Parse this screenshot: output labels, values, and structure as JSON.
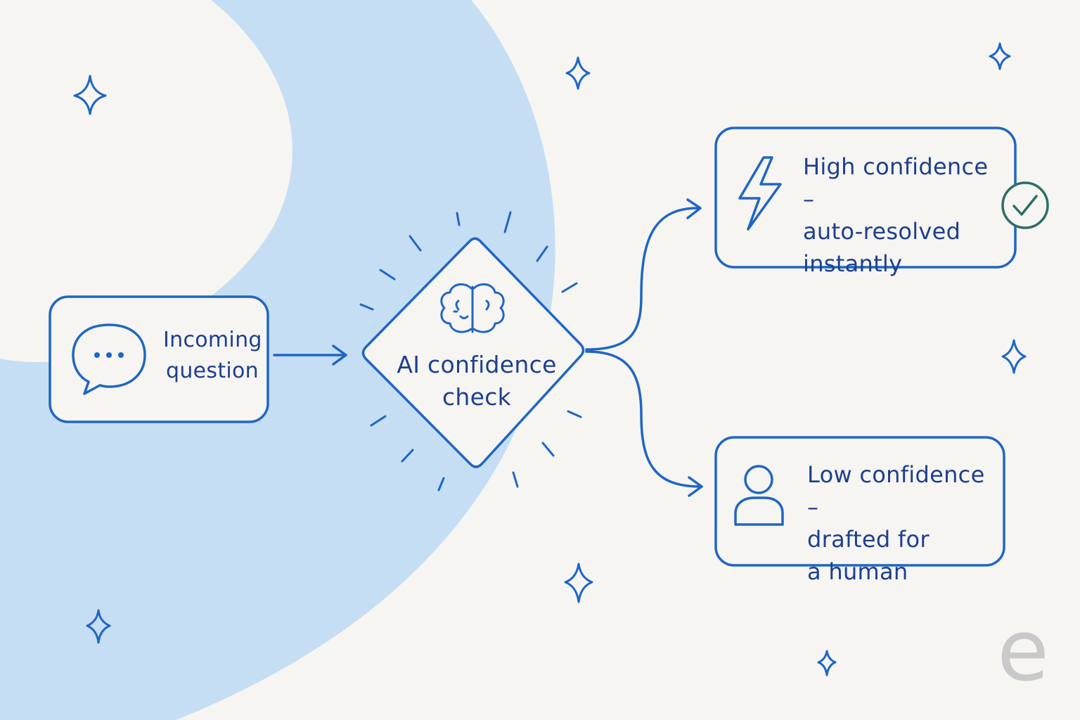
{
  "colors": {
    "background": "#f6f5f2",
    "accent_blob": "#c6def3",
    "stroke": "#1f66c4",
    "text": "#1d3f8f",
    "check_mark": "#2e6e67",
    "logo": "#c9c9c9"
  },
  "nodes": {
    "incoming": {
      "label": "Incoming\nquestion",
      "icon": "chat-bubble-icon"
    },
    "check": {
      "label": "AI confidence\ncheck",
      "icon": "brain-icon"
    },
    "high": {
      "label": "High confidence –\nauto-resolved\ninstantly",
      "icon": "lightning-icon",
      "badge_icon": "checkmark-circle-icon"
    },
    "low": {
      "label": "Low confidence –\ndrafted for\na human",
      "icon": "person-icon"
    }
  },
  "logo": {
    "letter": "e"
  }
}
